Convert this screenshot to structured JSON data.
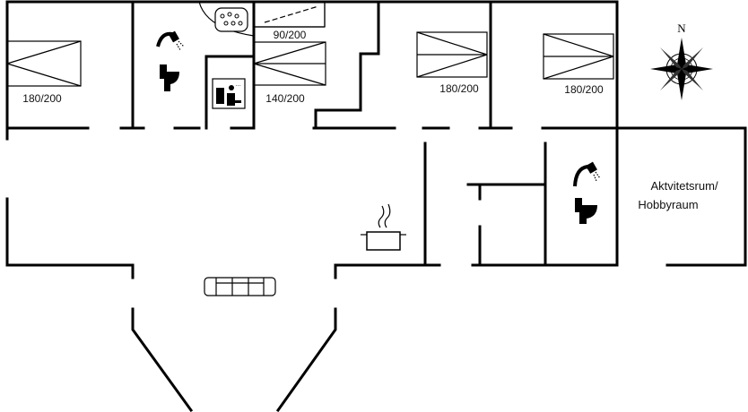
{
  "beds": [
    {
      "id": "bed-1",
      "size": "180/200"
    },
    {
      "id": "bed-2",
      "size": "90/200"
    },
    {
      "id": "bed-3",
      "size": "140/200"
    },
    {
      "id": "bed-4",
      "size": "180/200"
    },
    {
      "id": "bed-5",
      "size": "180/200"
    }
  ],
  "rooms": {
    "activity_room_line1": "Aktvitetsrum/",
    "activity_room_line2": "Hobbyraum"
  },
  "compass": {
    "north": "N"
  },
  "icons": [
    "shower-icon",
    "toilet-icon",
    "sauna-icon",
    "whirlpool-icon",
    "stove-icon",
    "sofa-icon",
    "compass-icon"
  ]
}
